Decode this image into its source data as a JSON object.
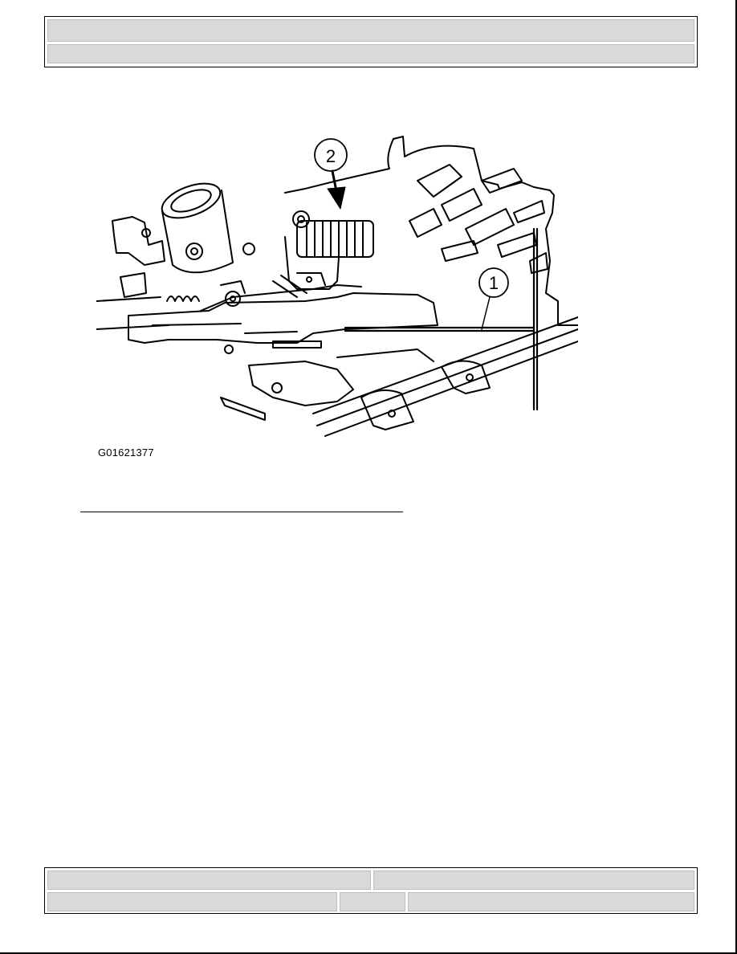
{
  "header": {
    "title": "",
    "subtitle": ""
  },
  "figure": {
    "code": "G01621377",
    "callouts": [
      "1",
      "2"
    ]
  },
  "footer": {
    "top_left": "",
    "top_right": "",
    "bottom_left": "",
    "bottom_middle": "",
    "bottom_right": ""
  }
}
